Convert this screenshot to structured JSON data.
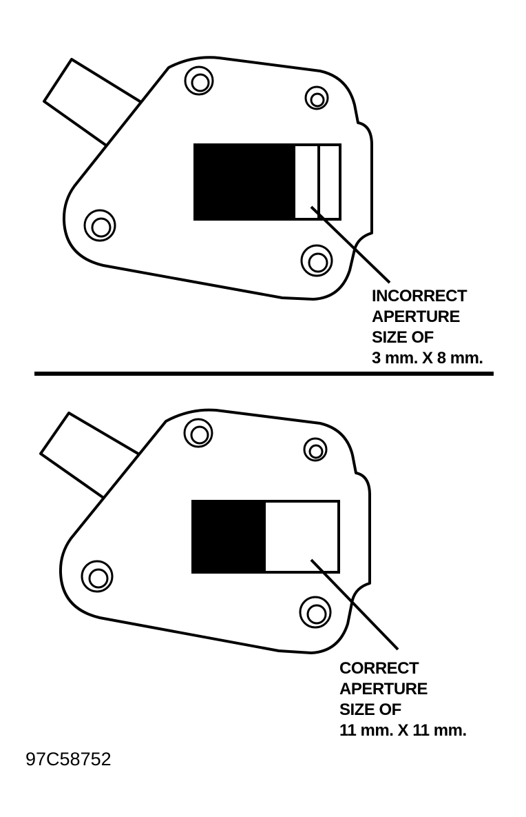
{
  "panels": [
    {
      "id": "incorrect",
      "callout_lines": [
        "INCORRECT",
        "APERTURE",
        "SIZE OF",
        "3 mm. X 8 mm."
      ]
    },
    {
      "id": "correct",
      "callout_lines": [
        "CORRECT",
        "APERTURE",
        "SIZE OF",
        "11 mm. X 11 mm."
      ]
    }
  ],
  "figure_id": "97C58752",
  "colors": {
    "ink": "#000000",
    "paper": "#ffffff"
  }
}
